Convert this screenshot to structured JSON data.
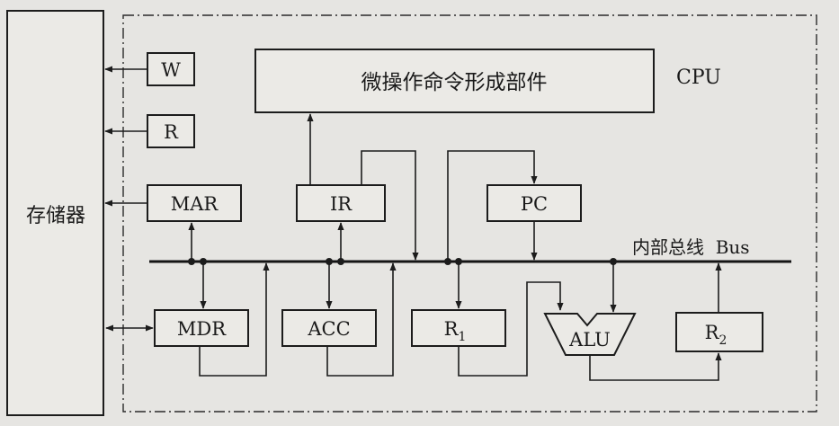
{
  "memory": {
    "label": "存储器"
  },
  "cpu": {
    "label": "CPU"
  },
  "control_unit": {
    "label": "微操作命令形成部件"
  },
  "registers": {
    "w": "W",
    "r": "R",
    "mar": "MAR",
    "ir": "IR",
    "pc": "PC",
    "mdr": "MDR",
    "acc": "ACC",
    "r1": "R",
    "r1_sub": "1",
    "alu": "ALU",
    "r2": "R",
    "r2_sub": "2"
  },
  "bus": {
    "label": "内部总线  Bus"
  }
}
